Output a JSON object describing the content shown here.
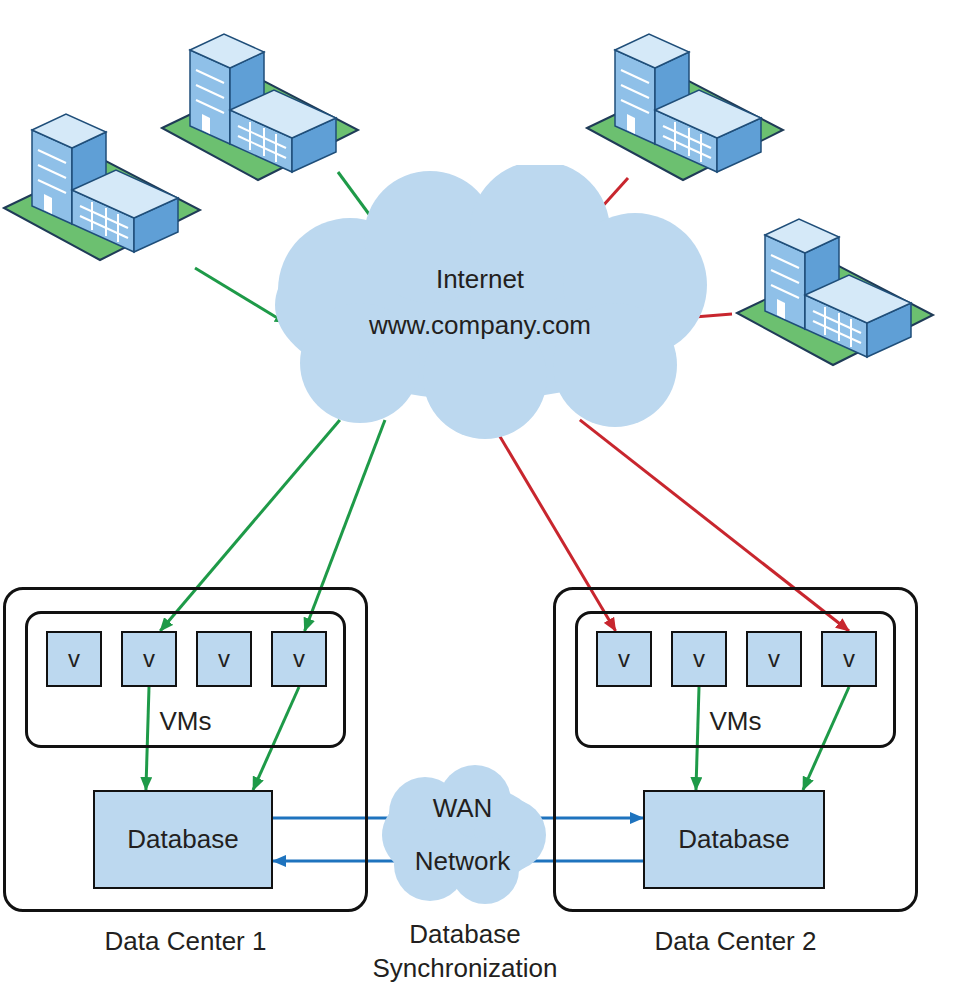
{
  "diagram": {
    "nodes": [
      {
        "text": [
          "Internet",
          "www.company.com"
        ]
      },
      {
        "text": [
          "Data Center 1"
        ]
      },
      {
        "text": [
          "VMs"
        ],
        "in": 1
      },
      {
        "text": [
          "v"
        ],
        "in": 2
      },
      {
        "text": [
          "v"
        ],
        "in": 2
      },
      {
        "text": [
          "v"
        ],
        "in": 2
      },
      {
        "text": [
          "v"
        ],
        "in": 2
      },
      {
        "text": [
          "Database"
        ],
        "in": 1
      },
      {
        "text": [
          "WAN Network"
        ]
      },
      {
        "text": [
          "Data Center 2"
        ]
      },
      {
        "text": [
          "VMs"
        ],
        "in": 9
      },
      {
        "text": [
          "v"
        ],
        "in": 10
      },
      {
        "text": [
          "v"
        ],
        "in": 10
      },
      {
        "text": [
          "v"
        ],
        "in": 10
      },
      {
        "text": [
          "v"
        ],
        "in": 10
      },
      {
        "text": [
          "Database"
        ],
        "in": 9
      }
    ],
    "edges": [
      {
        "from": 0,
        "to": 4,
        "arrow": "to"
      },
      {
        "from": 0,
        "to": 6,
        "arrow": "to"
      },
      {
        "from": 0,
        "to": 11,
        "arrow": "to"
      },
      {
        "from": 0,
        "to": 14,
        "arrow": "to"
      },
      {
        "from": 4,
        "to": 7,
        "arrow": "to"
      },
      {
        "from": 6,
        "to": 7,
        "arrow": "to"
      },
      {
        "from": 12,
        "to": 15,
        "arrow": "to"
      },
      {
        "from": 14,
        "to": 15,
        "arrow": "to"
      },
      {
        "from": 7,
        "to": 15,
        "arrow": "to"
      },
      {
        "from": 15,
        "to": 7,
        "arrow": "to"
      }
    ],
    "labels": [
      "Database Synchronization"
    ]
  }
}
